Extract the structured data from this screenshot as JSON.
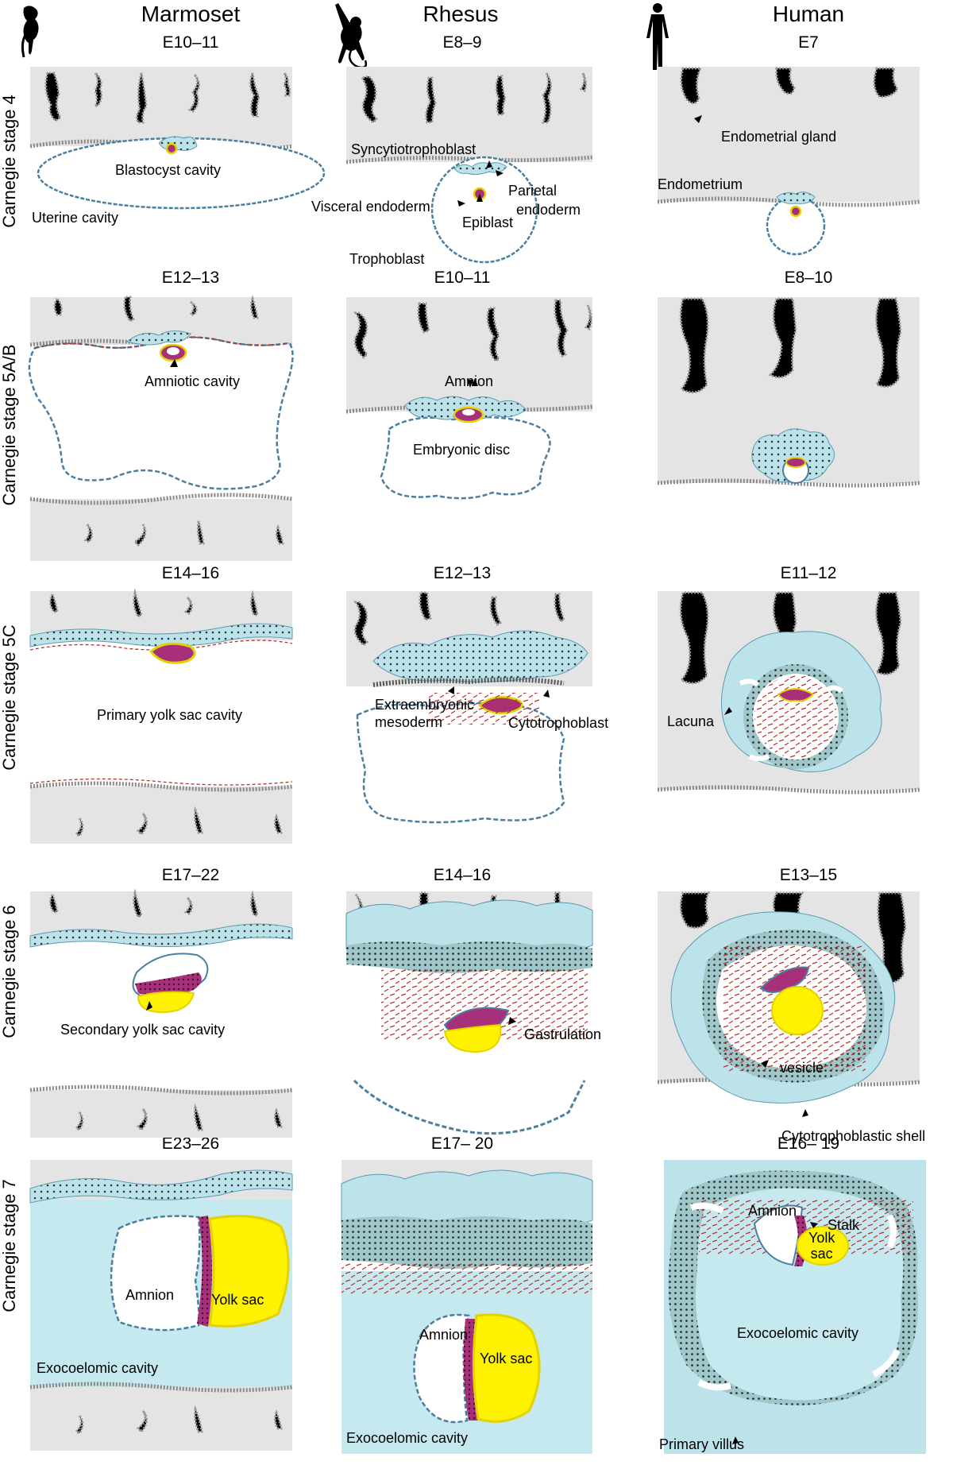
{
  "species": [
    "Marmoset",
    "Rhesus",
    "Human"
  ],
  "stages": [
    "Carnegie stage 4",
    "Carnegie stage 5A/B",
    "Carnegie stage 5C",
    "Carnegie stage 6",
    "Carnegie stage 7"
  ],
  "ages": [
    [
      "E10–11",
      "E8–9",
      "E7"
    ],
    [
      "E12–13",
      "E10–11",
      "E8–10"
    ],
    [
      "E14–16",
      "E12–13",
      "E11–12"
    ],
    [
      "E17–22",
      "E14–16",
      "E13–15"
    ],
    [
      "E23–26",
      "E17– 20",
      "E16– 19"
    ]
  ],
  "labels": {
    "blastocyst_cavity": "Blastocyst cavity",
    "uterine_cavity": "Uterine cavity",
    "syncytiotrophoblast": "Syncytiotrophoblast",
    "parietal_endoderm": "Parietal\nendoderm",
    "visceral_endoderm": "Visceral endoderm",
    "epiblast": "Epiblast",
    "trophoblast": "Trophoblast",
    "endometrial_gland": "Endometrial gland",
    "endometrium": "Endometrium",
    "amniotic_cavity": "Amniotic cavity",
    "amnion": "Amnion",
    "embryonic_disc": "Embryonic disc",
    "primary_yolk_sac_cavity": "Primary yolk sac cavity",
    "extraembryonic_mesoderm": "Extraembryonic\nmesoderm",
    "cytotrophoblast": "Cytotrophoblast",
    "lacuna": "Lacuna",
    "secondary_yolk_sac_cavity": "Secondary yolk sac cavity",
    "gastrulation": "Gastrulation",
    "vesicle": "vesicle",
    "cytotrophoblastic_shell": "Cytotrophoblastic shell",
    "yolk_sac": "Yolk sac",
    "exocoelomic_cavity": "Exocoelomic cavity",
    "stalk": "Stalk",
    "yolk_sac_split": "Yolk\nsac",
    "primary_villus": "Primary villus"
  },
  "colors": {
    "endometrium": "#e4e4e4",
    "gland": "#000000",
    "trophoblast": "#bde3ea",
    "epiblast": "#a8307a",
    "yolk": "#fff200",
    "mesoderm": "#b8322a",
    "exocoelom": "#c6e8ef"
  },
  "icons": [
    "marmoset-icon",
    "rhesus-icon",
    "human-icon"
  ]
}
